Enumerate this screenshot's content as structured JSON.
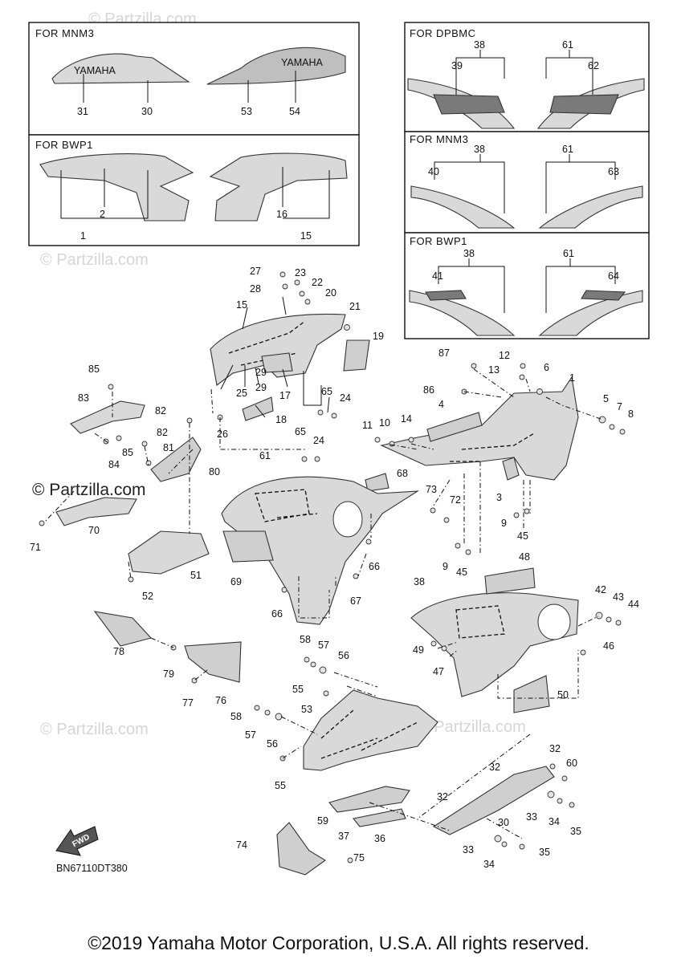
{
  "insets": {
    "top_left_1": {
      "title": "FOR  MNM3"
    },
    "top_left_2": {
      "title": "FOR  BWP1"
    },
    "top_right_1": {
      "title": "FOR  DPBMC"
    },
    "top_right_2": {
      "title": "FOR  MNM3"
    },
    "top_right_3": {
      "title": "FOR  BWP1"
    }
  },
  "decal_text": {
    "yamaha": "YAMAHA",
    "fwd": "FWD"
  },
  "watermarks": {
    "text": "© Partzilla.com"
  },
  "diagram_code": "BN67110DT380",
  "copyright": "©2019 Yamaha Motor Corporation, U.S.A. All rights reserved.",
  "part_numbers": {
    "p1": "1",
    "p2": "2",
    "p3": "3",
    "p4": "4",
    "p5": "5",
    "p6": "6",
    "p7": "7",
    "p8": "8",
    "p9": "9",
    "p10": "10",
    "p11": "11",
    "p12": "12",
    "p13": "13",
    "p14": "14",
    "p15": "15",
    "p16": "16",
    "p17": "17",
    "p18": "18",
    "p19": "19",
    "p20": "20",
    "p21": "21",
    "p22": "22",
    "p23": "23",
    "p24": "24",
    "p25": "25",
    "p26": "26",
    "p27": "27",
    "p28": "28",
    "p29": "29",
    "p30": "30",
    "p31": "31",
    "p32": "32",
    "p33": "33",
    "p34": "34",
    "p35": "35",
    "p36": "36",
    "p37": "37",
    "p38": "38",
    "p39": "39",
    "p40": "40",
    "p41": "41",
    "p42": "42",
    "p43": "43",
    "p44": "44",
    "p45": "45",
    "p46": "46",
    "p47": "47",
    "p48": "48",
    "p49": "49",
    "p50": "50",
    "p51": "51",
    "p52": "52",
    "p53": "53",
    "p54": "54",
    "p55": "55",
    "p56": "56",
    "p57": "57",
    "p58": "58",
    "p59": "59",
    "p60": "60",
    "p61": "61",
    "p62": "62",
    "p63": "63",
    "p64": "64",
    "p65": "65",
    "p66": "66",
    "p67": "67",
    "p68": "68",
    "p69": "69",
    "p70": "70",
    "p71": "71",
    "p72": "72",
    "p73": "73",
    "p74": "74",
    "p75": "75",
    "p76": "76",
    "p77": "77",
    "p78": "78",
    "p79": "79",
    "p80": "80",
    "p81": "81",
    "p82": "82",
    "p83": "83",
    "p84": "84",
    "p85": "85",
    "p86": "86",
    "p87": "87"
  }
}
